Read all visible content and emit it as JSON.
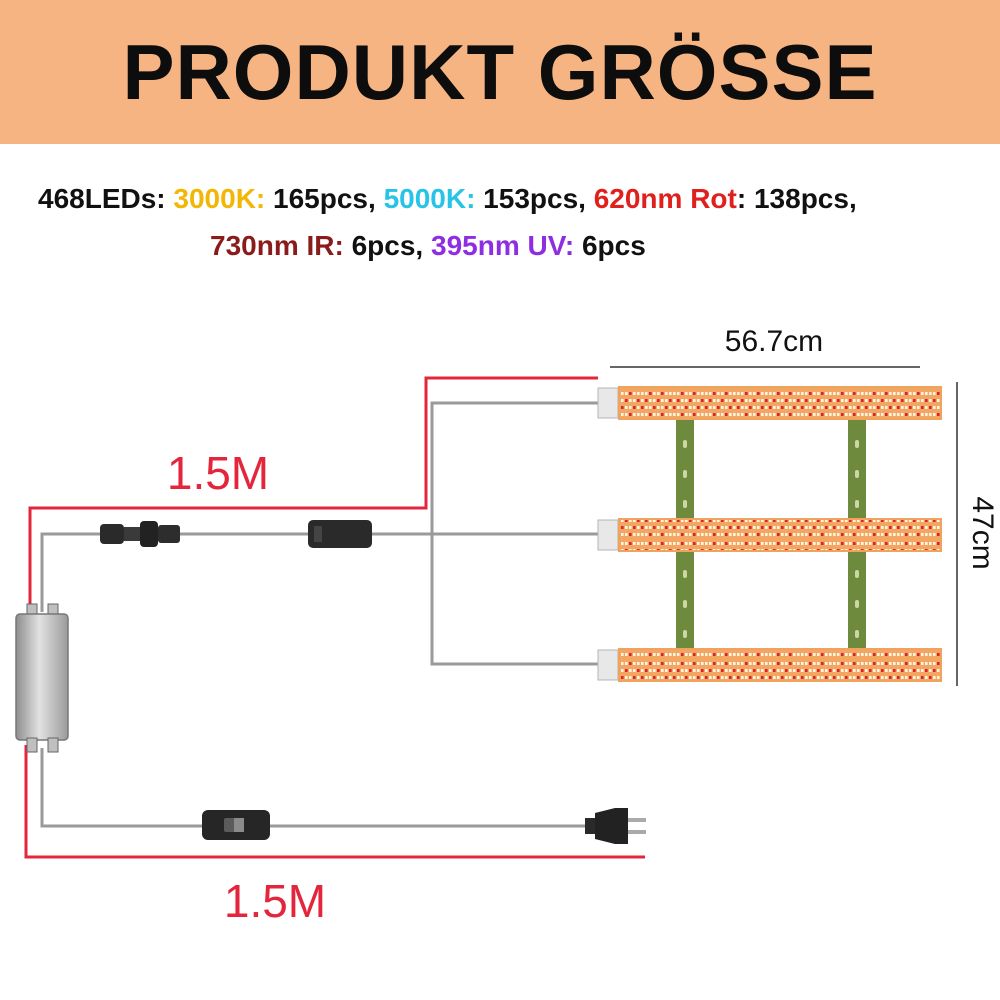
{
  "banner": {
    "title": "PRODUKT GRÖSSE"
  },
  "specs": {
    "line1": {
      "prefix": "468LEDs: ",
      "k3000_label": "3000K:",
      "k3000_value": " 165pcs, ",
      "k5000_label": "5000K:",
      "k5000_value": " 153pcs, ",
      "red_label": "620nm Rot",
      "red_value": ": 138pcs,"
    },
    "line2": {
      "ir_label": "730nm IR:",
      "ir_value": " 6pcs, ",
      "uv_label": "395nm UV:",
      "uv_value": " 6pcs"
    }
  },
  "dimensions": {
    "width": "56.7cm",
    "height": "47cm",
    "cable_top": "1.5M",
    "cable_bottom": "1.5M"
  },
  "colors": {
    "banner": "#f5b482",
    "warm_3000k": "#f2b705",
    "cool_5000k": "#27c4e8",
    "red_620nm": "#e0201c",
    "ir_730nm": "#8b1a1a",
    "uv_395nm": "#8e2de2",
    "measure_red": "#e3263b",
    "bar_orange": "#f0a35e",
    "bracket_green": "#6e8b3d"
  }
}
